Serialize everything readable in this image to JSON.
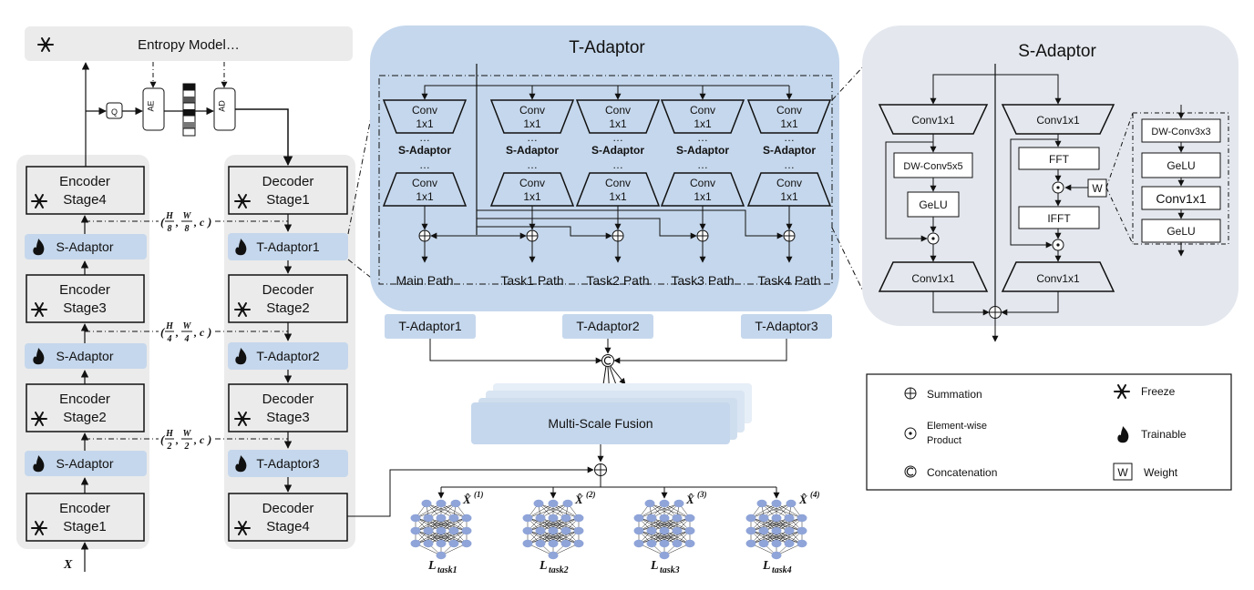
{
  "entropy": {
    "label": "Entropy Model…",
    "q": "Q",
    "ae": "AE",
    "ad": "AD"
  },
  "encoder": {
    "stage4": [
      "Encoder",
      "Stage4"
    ],
    "stage3": [
      "Encoder",
      "Stage3"
    ],
    "stage2": [
      "Encoder",
      "Stage2"
    ],
    "stage1": [
      "Encoder",
      "Stage1"
    ],
    "s_adaptor": "S-Adaptor",
    "input": "X"
  },
  "dims": {
    "d8": {
      "h": "H",
      "hd": "8",
      "w": "W",
      "wd": "8",
      "c": "c"
    },
    "d4": {
      "h": "H",
      "hd": "4",
      "w": "W",
      "wd": "4",
      "c": "c"
    },
    "d2": {
      "h": "H",
      "hd": "2",
      "w": "W",
      "wd": "2",
      "c": "c"
    }
  },
  "decoder": {
    "stage1": [
      "Decoder",
      "Stage1"
    ],
    "stage2": [
      "Decoder",
      "Stage2"
    ],
    "stage3": [
      "Decoder",
      "Stage3"
    ],
    "stage4": [
      "Decoder",
      "Stage4"
    ],
    "t1": "T-Adaptor1",
    "t2": "T-Adaptor2",
    "t3": "T-Adaptor3"
  },
  "t_panel": {
    "title": "T-Adaptor",
    "conv": "Conv",
    "k": "1x1",
    "dots": "…",
    "s_adaptor": "S-Adaptor",
    "paths": [
      "Main Path",
      "Task1 Path",
      "Task2 Path",
      "Task3 Path",
      "Task4 Path"
    ]
  },
  "t_row": [
    "T-Adaptor1",
    "T-Adaptor2",
    "T-Adaptor3"
  ],
  "fusion": "Multi-Scale Fusion",
  "tasks": {
    "xhat": [
      "X̂",
      "X̂",
      "X̂",
      "X̂"
    ],
    "sup": [
      "(1)",
      "(2)",
      "(3)",
      "(4)"
    ],
    "loss": "L",
    "sub": [
      "task1",
      "task2",
      "task3",
      "task4"
    ]
  },
  "s_panel": {
    "title": "S-Adaptor",
    "conv1x1": "Conv1x1",
    "dwconv5": "DW-Conv5x5",
    "gelu": "GeLU",
    "fft": "FFT",
    "ifft": "IFFT",
    "w": "W",
    "dwconv3": "DW-Conv3x3",
    "gelu2": "GeLU",
    "conv1x1b": "Conv1x1",
    "gelu3": "GeLU"
  },
  "legend": {
    "summation": "Summation",
    "freeze": "Freeze",
    "elementwise": [
      "Element-wise",
      "Product"
    ],
    "trainable": "Trainable",
    "concatenation": "Concatenation",
    "weight": "Weight",
    "weight_symbol": "W"
  },
  "colors": {
    "blue": "#c5d7ec",
    "gray": "#ebebeb",
    "panel_gray": "#e4e8ee"
  }
}
